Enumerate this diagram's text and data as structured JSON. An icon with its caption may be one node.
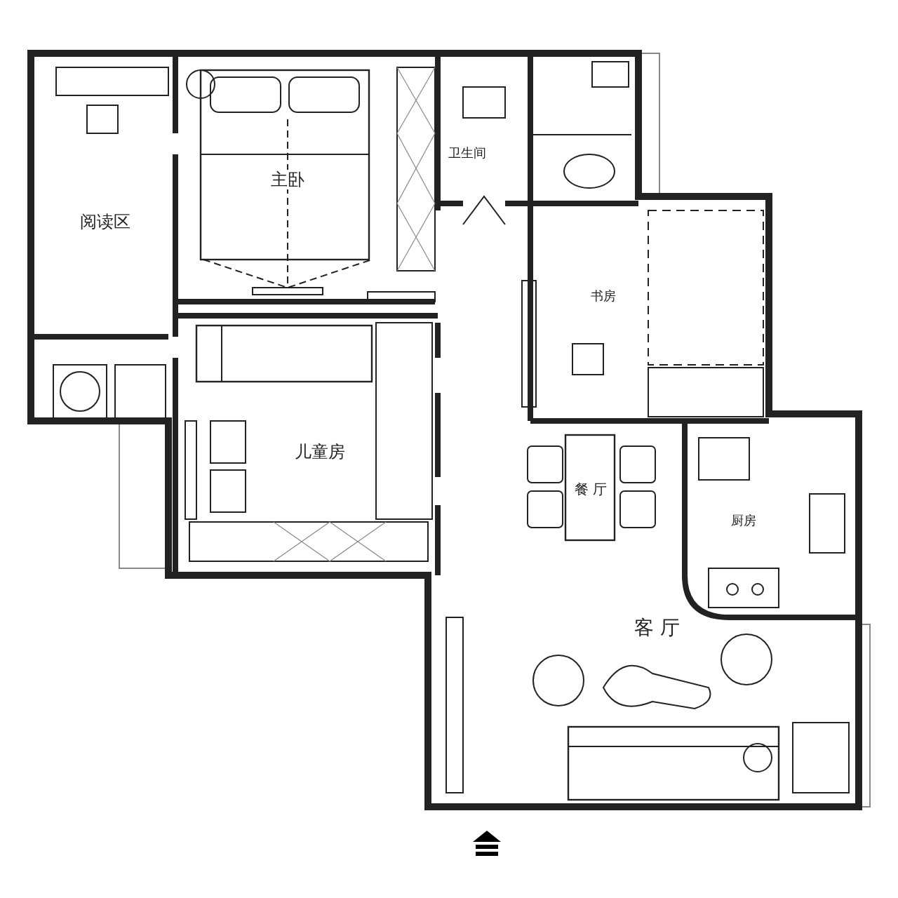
{
  "diagram": {
    "nodes": [
      {
        "text": [
          "阅读区"
        ]
      },
      {
        "text": [
          "主卧"
        ]
      },
      {
        "text": [
          "卫生间"
        ]
      },
      {
        "text": [
          "书房"
        ]
      },
      {
        "text": [
          "儿童房"
        ]
      },
      {
        "text": [
          "餐 厅"
        ]
      },
      {
        "text": [
          "厨房"
        ]
      },
      {
        "text": [
          "客 厅"
        ]
      }
    ]
  }
}
